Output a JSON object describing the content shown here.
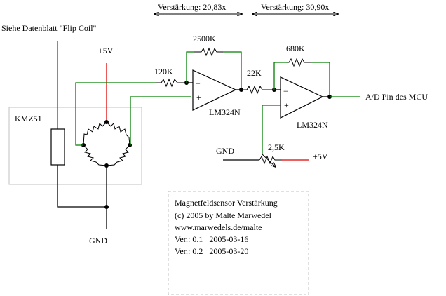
{
  "gain_labels": {
    "stage1": "Verstärkung: 20,83x",
    "stage2": "Verstärkung: 30,90x"
  },
  "notes": {
    "datasheet": "Siehe Datenblatt \"Flip Coil\"",
    "sensor_name": "KMZ51",
    "supply_top": "+5V",
    "gnd_bottom": "GND",
    "output": "A/D Pin des MCU",
    "pot_gnd": "GND",
    "pot_vcc": "+5V"
  },
  "components": {
    "r_in1": "120K",
    "r_fb1": "2500K",
    "opamp1": "LM324N",
    "r_in2": "22K",
    "r_fb2": "680K",
    "opamp2": "LM324N",
    "pot": "2,5K"
  },
  "info_box": {
    "lines": [
      "Magnetfeldsensor Verstärkung",
      "(c) 2005 by Malte Marwedel",
      "www.marwedels.de/malte",
      "Ver.: 0.1   2005-03-16",
      "Ver.: 0.2   2005-03-20"
    ]
  }
}
